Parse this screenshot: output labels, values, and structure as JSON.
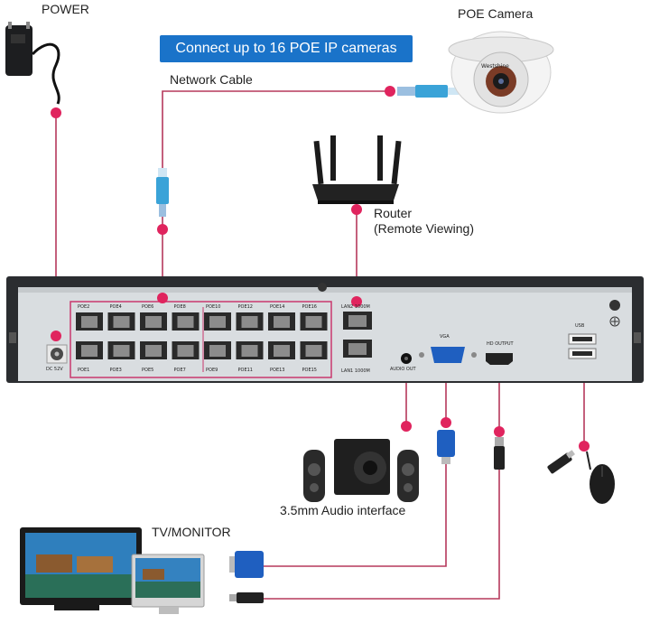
{
  "labels": {
    "power": "POWER",
    "poe_camera": "POE Camera",
    "banner": "Connect up to 16 POE IP cameras",
    "network_cable": "Network Cable",
    "router_line1": "Router",
    "router_line2": "(Remote Viewing)",
    "audio": "3.5mm Audio interface",
    "tv_monitor": "TV/MONITOR",
    "camera_brand": "Westshine"
  },
  "panel": {
    "dc": "DC 52V",
    "poe_top": [
      "POE2",
      "POE4",
      "POE6",
      "POE8",
      "POE10",
      "POE12",
      "POE14",
      "POE16"
    ],
    "poe_bottom": [
      "POE1",
      "POE3",
      "POE5",
      "POE7",
      "POE9",
      "POE11",
      "POE13",
      "POE15"
    ],
    "lan_top": "LAN2 1000M",
    "lan_bottom": "LAN1 1000M",
    "audio_out": "AUDIO OUT",
    "vga": "VGA",
    "hd_output": "HD OUTPUT",
    "usb": "USB"
  },
  "colors": {
    "connector_line": "#b5385c",
    "dot": "#e0245e",
    "banner": "#1a73c9",
    "nvr_body": "#d9dde0",
    "nvr_frame": "#2b2d30"
  }
}
